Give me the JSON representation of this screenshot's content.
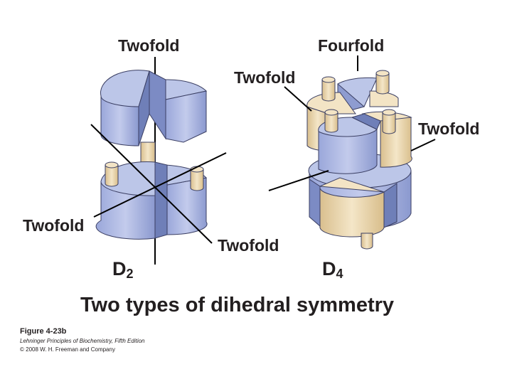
{
  "labels": {
    "d2_top": "Twofold",
    "d2_left": "Twofold",
    "d2_right": "Twofold",
    "d4_top": "Fourfold",
    "d4_left": "Twofold",
    "d4_right": "Twofold"
  },
  "symbols": {
    "d2": {
      "letter": "D",
      "sub": "2"
    },
    "d4": {
      "letter": "D",
      "sub": "4"
    }
  },
  "caption": {
    "title": "Two types of dihedral symmetry",
    "figure_number": "Figure 4-23b",
    "book": "Lehninger Principles of Biochemistry, Fifth Edition",
    "copyright": "© 2008 W. H. Freeman and Company"
  },
  "colors": {
    "blue_top": "#bcc6e8",
    "blue_side": "#8e9cd0",
    "blue_dark": "#6f7fb8",
    "cream_top": "#f3e4c5",
    "cream_side": "#e1c89a",
    "outline": "#3b3f63",
    "axis": "#000000"
  }
}
